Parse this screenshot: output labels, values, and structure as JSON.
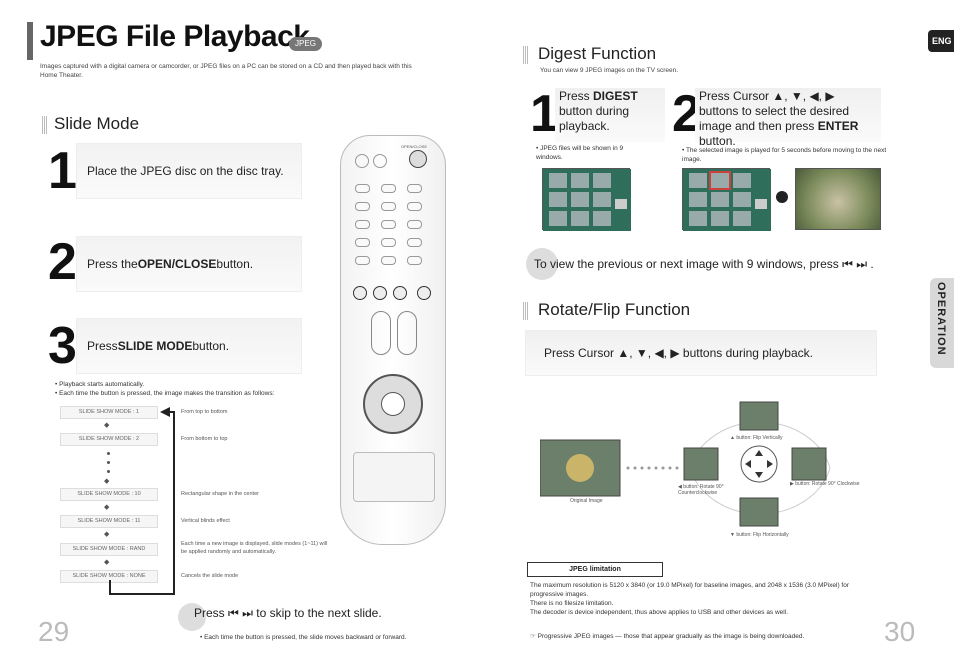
{
  "left": {
    "title": "JPEG File Playback",
    "badge": "JPEG",
    "intro": "Images captured with a digital camera or camcorder, or JPEG files on a PC can be stored on a CD and then played back with this Home Theater.",
    "slide_mode_title": "Slide Mode",
    "steps": [
      {
        "num": "1",
        "text": "Place the JPEG disc on the disc tray.",
        "bold": "",
        "after": ""
      },
      {
        "num": "2",
        "text": "Press the ",
        "bold": "OPEN/CLOSE",
        "after": " button."
      },
      {
        "num": "3",
        "text": "Press ",
        "bold": "SLIDE MODE",
        "after": " button."
      }
    ],
    "notes": [
      "• Playback starts automatically.",
      "• Each time the button is pressed, the image makes the transition as follows:"
    ],
    "modes": [
      {
        "label": "SLIDE SHOW MODE : 1",
        "desc": "From top to bottom"
      },
      {
        "label": "SLIDE SHOW MODE : 2",
        "desc": "From bottom to top"
      },
      {
        "label": "SLIDE SHOW MODE : 10",
        "desc": "Rectangular shape in the center"
      },
      {
        "label": "SLIDE SHOW MODE : 11",
        "desc": "Vertical blinds effect"
      },
      {
        "label": "SLIDE SHOW MODE : RAND",
        "desc": "Each time a new image is displayed, slide modes (1~11) will be applied randomly and automatically."
      },
      {
        "label": "SLIDE SHOW MODE : NONE",
        "desc": "Cancels the slide mode"
      }
    ],
    "remote_label": "OPEN/CLOSE",
    "press_text": "Press ⏮ ⏭  to skip to the next slide.",
    "press_sub": "• Each time the button is pressed, the slide moves backward or forward.",
    "page_number": "29"
  },
  "right": {
    "digest_title": "Digest Function",
    "digest_intro": "You can view 9 JPEG images on the TV screen.",
    "digest_step1_pre": "Press ",
    "digest_step1_bold": "DIGEST",
    "digest_step1_post": "button during playback.",
    "digest_step2_pre": "Press Cursor ▲, ▼, ◀, ▶ buttons to select the desired image and then press ",
    "digest_step2_bold": "ENTER",
    "digest_step2_post": " button.",
    "digest_note1": "• JPEG files will be shown in 9 windows.",
    "digest_note2": "• The selected image is played for 5 seconds before moving to the next image.",
    "view_text": "To view the previous or next image with 9 windows, press ⏮ ⏭ .",
    "rotate_title": "Rotate/Flip Function",
    "rotate_instruction": "Press Cursor ▲, ▼, ◀, ▶  buttons during playback.",
    "original_label": "Original Image",
    "flip_v": "▲ button: Flip Vertically",
    "rotate_ccw": "◀ button: Rotate 90° Counterclockwise",
    "rotate_cw": "▶ button: Rotate 90° Clockwise",
    "flip_h": "▼ button: Flip Horizontally",
    "limit_title": "JPEG limitation",
    "limit_lines": [
      "The maximum resolution is 5120 x 3840 (or 19.0 MPixel) for baseline images, and 2048 x 1536 (3.0 MPixel) for progressive images.",
      "There is no filesize limitation.",
      "The decoder is device independent, thus above applies to USB and other devices as well."
    ],
    "progressive_note": "☞ Progressive JPEG images — those that appear gradually as the image is being downloaded.",
    "eng_tab": "ENG",
    "op_tab": "OPERATION",
    "page_number": "30"
  }
}
